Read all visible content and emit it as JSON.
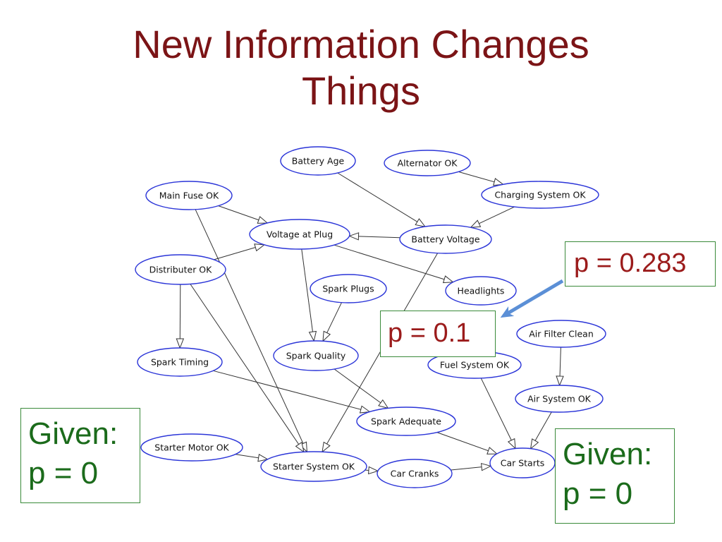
{
  "slide": {
    "title_line1": "New Information Changes",
    "title_line2": "Things"
  },
  "colors": {
    "title": "#7b1416",
    "node_outline": "#2b35d8",
    "edge": "#333333",
    "box_border": "#3a8a3a",
    "prob_text": "#9b1b1b",
    "given_text": "#1b6b1b",
    "pointer_arrow": "#5b8fd6"
  },
  "network": {
    "nodes": [
      {
        "id": "battery-age",
        "label": "Battery Age"
      },
      {
        "id": "alternator-ok",
        "label": "Alternator OK"
      },
      {
        "id": "main-fuse-ok",
        "label": "Main Fuse OK"
      },
      {
        "id": "charging-system-ok",
        "label": "Charging System OK"
      },
      {
        "id": "voltage-at-plug",
        "label": "Voltage at Plug"
      },
      {
        "id": "battery-voltage",
        "label": "Battery Voltage"
      },
      {
        "id": "distributer-ok",
        "label": "Distributer OK"
      },
      {
        "id": "spark-plugs",
        "label": "Spark Plugs"
      },
      {
        "id": "headlights",
        "label": "Headlights"
      },
      {
        "id": "air-filter-clean",
        "label": "Air Filter Clean"
      },
      {
        "id": "spark-quality",
        "label": "Spark Quality"
      },
      {
        "id": "spark-timing",
        "label": "Spark Timing"
      },
      {
        "id": "fuel-system-ok",
        "label": "Fuel System OK"
      },
      {
        "id": "air-system-ok",
        "label": "Air System OK"
      },
      {
        "id": "spark-adequate",
        "label": "Spark Adequate"
      },
      {
        "id": "starter-motor-ok",
        "label": "Starter Motor OK"
      },
      {
        "id": "starter-system-ok",
        "label": "Starter System OK"
      },
      {
        "id": "car-cranks",
        "label": "Car Cranks"
      },
      {
        "id": "car-starts",
        "label": "Car Starts"
      }
    ],
    "edges": [
      {
        "from": "alternator-ok",
        "to": "charging-system-ok"
      },
      {
        "from": "battery-age",
        "to": "battery-voltage"
      },
      {
        "from": "charging-system-ok",
        "to": "battery-voltage"
      },
      {
        "from": "main-fuse-ok",
        "to": "voltage-at-plug"
      },
      {
        "from": "main-fuse-ok",
        "to": "starter-system-ok"
      },
      {
        "from": "battery-voltage",
        "to": "voltage-at-plug"
      },
      {
        "from": "battery-voltage",
        "to": "starter-system-ok"
      },
      {
        "from": "distributer-ok",
        "to": "voltage-at-plug"
      },
      {
        "from": "distributer-ok",
        "to": "spark-timing"
      },
      {
        "from": "distributer-ok",
        "to": "starter-system-ok"
      },
      {
        "from": "voltage-at-plug",
        "to": "headlights"
      },
      {
        "from": "voltage-at-plug",
        "to": "spark-quality"
      },
      {
        "from": "spark-plugs",
        "to": "spark-quality"
      },
      {
        "from": "spark-quality",
        "to": "spark-adequate"
      },
      {
        "from": "spark-timing",
        "to": "spark-adequate"
      },
      {
        "from": "spark-adequate",
        "to": "car-starts"
      },
      {
        "from": "air-filter-clean",
        "to": "air-system-ok"
      },
      {
        "from": "air-system-ok",
        "to": "car-starts"
      },
      {
        "from": "fuel-system-ok",
        "to": "car-starts"
      },
      {
        "from": "starter-motor-ok",
        "to": "starter-system-ok"
      },
      {
        "from": "starter-system-ok",
        "to": "car-cranks"
      },
      {
        "from": "car-cranks",
        "to": "car-starts"
      }
    ]
  },
  "annotations": {
    "headlights_prob": "p = 0.283",
    "spark_prob": "p = 0.1",
    "given_left_line1": "Given:",
    "given_left_line2": "p = 0",
    "given_right_line1": "Given:",
    "given_right_line2": "p = 0"
  }
}
